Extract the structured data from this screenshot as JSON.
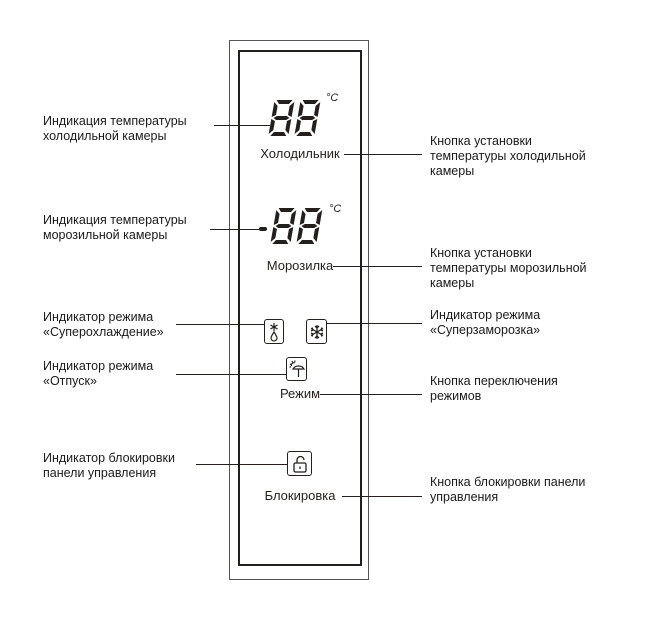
{
  "panel": {
    "fridge_display": "88",
    "fridge_unit": "°C",
    "fridge_button": "Холодильник",
    "freezer_display": "88",
    "freezer_sign": "-",
    "freezer_unit": "°C",
    "freezer_button": "Морозилка",
    "mode_button": "Режим",
    "lock_button": "Блокировка",
    "icons": [
      "super-cool-icon",
      "super-freeze-icon",
      "vacation-icon",
      "lock-icon"
    ]
  },
  "callouts_left": [
    {
      "line1": "Индикация температуры",
      "line2": "холодильной камеры"
    },
    {
      "line1": "Индикация температуры",
      "line2": "морозильной камеры"
    },
    {
      "line1": "Индикатор режима",
      "line2": "«Суперохлаждение»"
    },
    {
      "line1": "Индикатор режима",
      "line2": "«Отпуск»"
    },
    {
      "line1": "Индикатор блокировки",
      "line2": "панели управления"
    }
  ],
  "callouts_right": [
    {
      "line1": "Кнопка установки",
      "line2": "температуры холодильной",
      "line3": "камеры"
    },
    {
      "line1": "Кнопка установки",
      "line2": "температуры морозильной",
      "line3": "камеры"
    },
    {
      "line1": "Индикатор режима",
      "line2": "«Суперзаморозка»"
    },
    {
      "line1": "Кнопка переключения",
      "line2": "режимов"
    },
    {
      "line1": "Кнопка блокировки панели",
      "line2": "управления"
    }
  ]
}
